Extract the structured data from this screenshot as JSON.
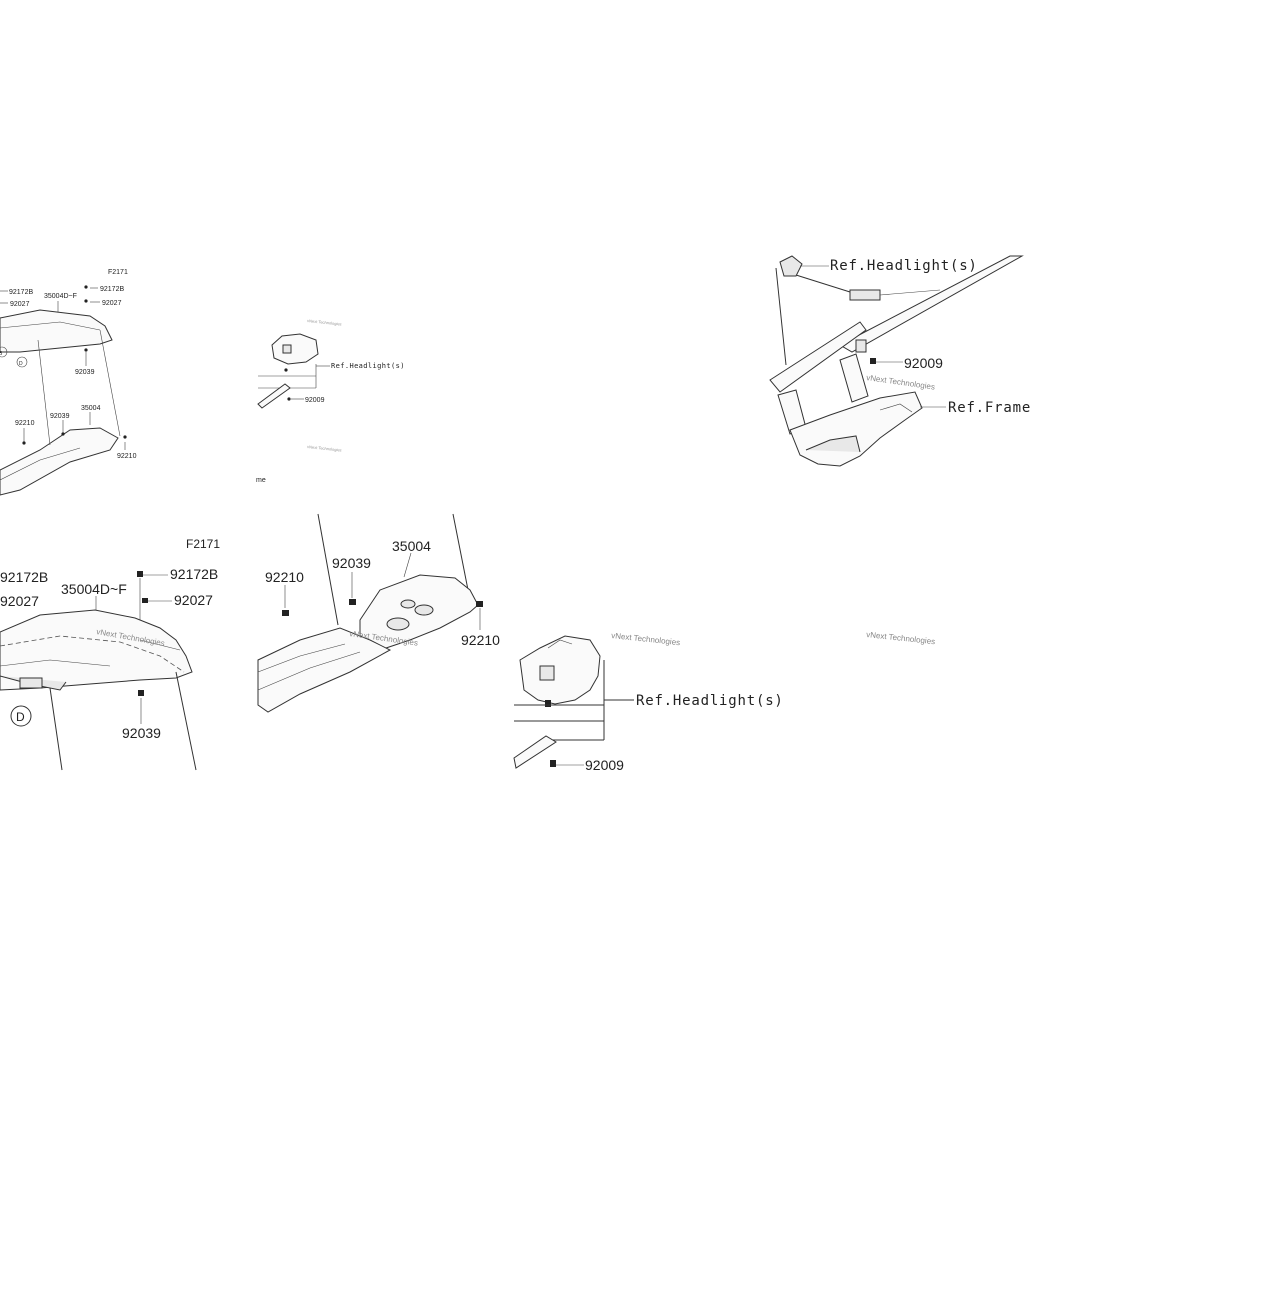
{
  "figure_code": "F2171",
  "part_numbers": {
    "p92172B": "92172B",
    "p92027": "92027",
    "p35004DF": "35004D~F",
    "p92039": "92039",
    "p35004": "35004",
    "p92210": "92210",
    "p92009": "92009"
  },
  "refs": {
    "headlight": "Ref.Headlight(s)",
    "frame": "Ref.Frame"
  },
  "callouts": {
    "b": "B",
    "d": "D"
  },
  "watermark": "vNext Technologies",
  "fragments": {
    "me": "me"
  }
}
